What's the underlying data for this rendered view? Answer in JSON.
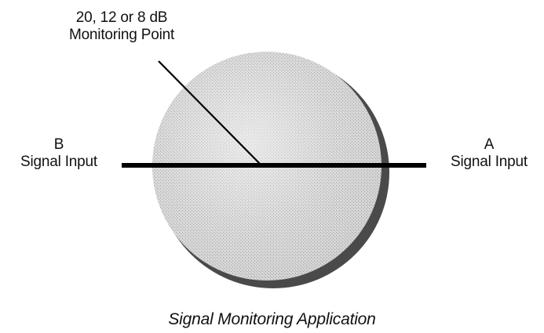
{
  "monitoring_point": {
    "line1": "20, 12 or 8 dB",
    "line2": "Monitoring Point"
  },
  "port_b": {
    "letter": "B",
    "label": "Signal Input"
  },
  "port_a": {
    "letter": "A",
    "label": "Signal Input"
  },
  "caption": "Signal Monitoring Application"
}
